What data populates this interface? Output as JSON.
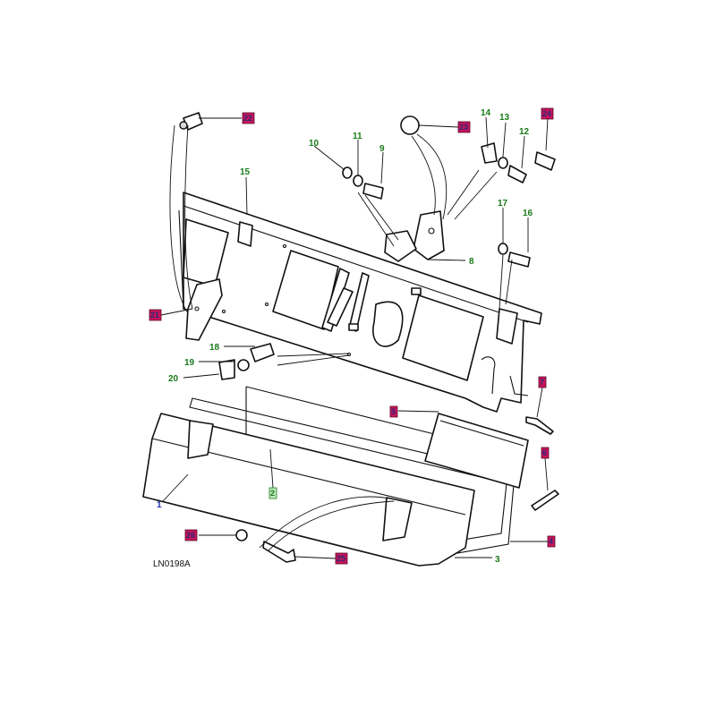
{
  "callouts": {
    "c1": "1",
    "c2": "2",
    "c3": "3",
    "c4": "4",
    "c5": "5",
    "c6": "6",
    "c7": "7",
    "c8": "8",
    "c9": "9",
    "c10": "10",
    "c11": "11",
    "c12": "12",
    "c13": "13",
    "c14": "14",
    "c15": "15",
    "c16": "16",
    "c17": "17",
    "c18": "18",
    "c19": "19",
    "c20": "20",
    "c21": "21",
    "c22": "22",
    "c23": "23",
    "c24": "24",
    "c25": "25",
    "c26": "26"
  },
  "figure_code": "LN0198A",
  "colors": {
    "red_box": "#c8145a",
    "green_text": "#1a7a1a",
    "blue_text": "#1a2fb0"
  }
}
